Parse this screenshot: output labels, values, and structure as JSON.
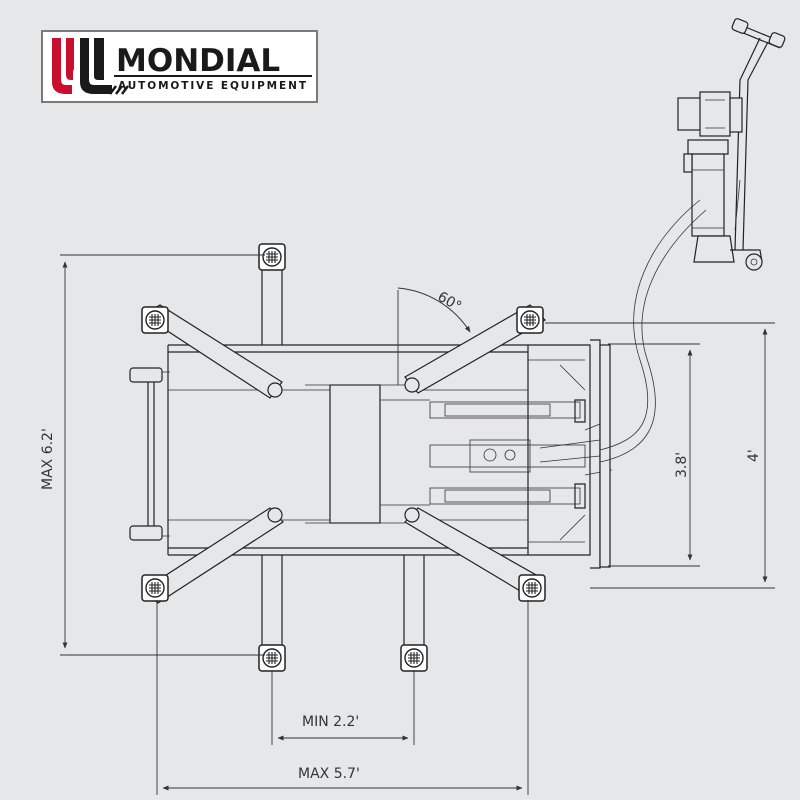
{
  "logo": {
    "brand": "MONDIAL",
    "tagline": "AUTOMOTIVE EQUIPMENT",
    "colors": {
      "red": "#c8102e",
      "dark": "#1a1a1a",
      "frame": "#7a7a7a"
    }
  },
  "dimensions": {
    "angle": "60°",
    "height_max": "MAX 6.2'",
    "span_inner": "3.8'",
    "span_outer": "4'",
    "width_min": "MIN 2.2'",
    "width_max": "MAX 5.7'"
  },
  "colors": {
    "background": "#e6e7e8",
    "line": "#222222"
  }
}
